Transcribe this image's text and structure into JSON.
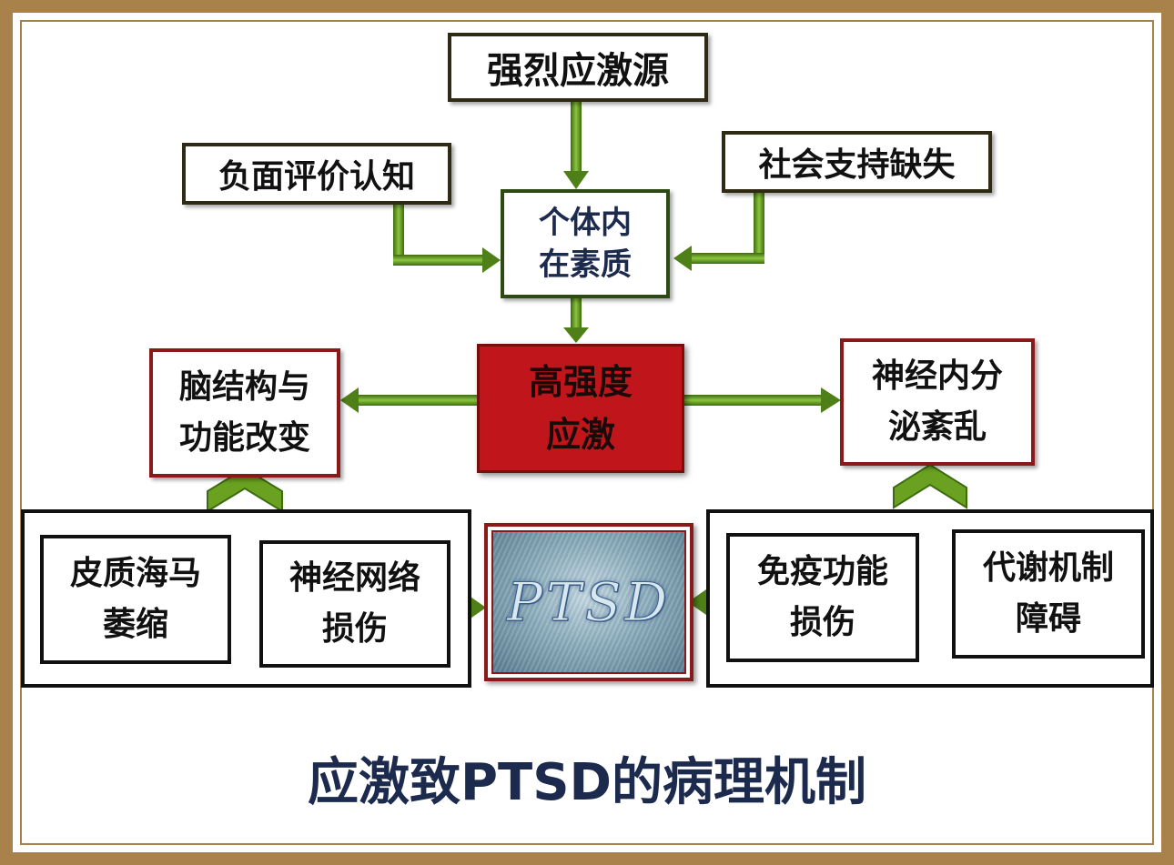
{
  "source": "强烈应激源",
  "left_factor": "负面评价认知",
  "right_factor": "社会支持缺失",
  "center": {
    "line1": "个体内",
    "line2": "在素质"
  },
  "core": {
    "line1": "高强度",
    "line2": "应激"
  },
  "left_outcome": {
    "line1": "脑结构与",
    "line2": "功能改变"
  },
  "right_outcome": {
    "line1": "神经内分",
    "line2": "泌紊乱"
  },
  "left_group": [
    {
      "line1": "皮质海马",
      "line2": "萎缩"
    },
    {
      "line1": "神经网络",
      "line2": "损伤"
    }
  ],
  "right_group": [
    {
      "line1": "免疫功能",
      "line2": "损伤"
    },
    {
      "line1": "代谢机制",
      "line2": "障碍"
    }
  ],
  "ptsd_image_text": "PTSD",
  "title": "应激致PTSD的病理机制",
  "colors": {
    "frame": "#a8824a",
    "arrow": "#6aa121",
    "core_fill": "#c0161b",
    "title": "#1c2a4e"
  }
}
